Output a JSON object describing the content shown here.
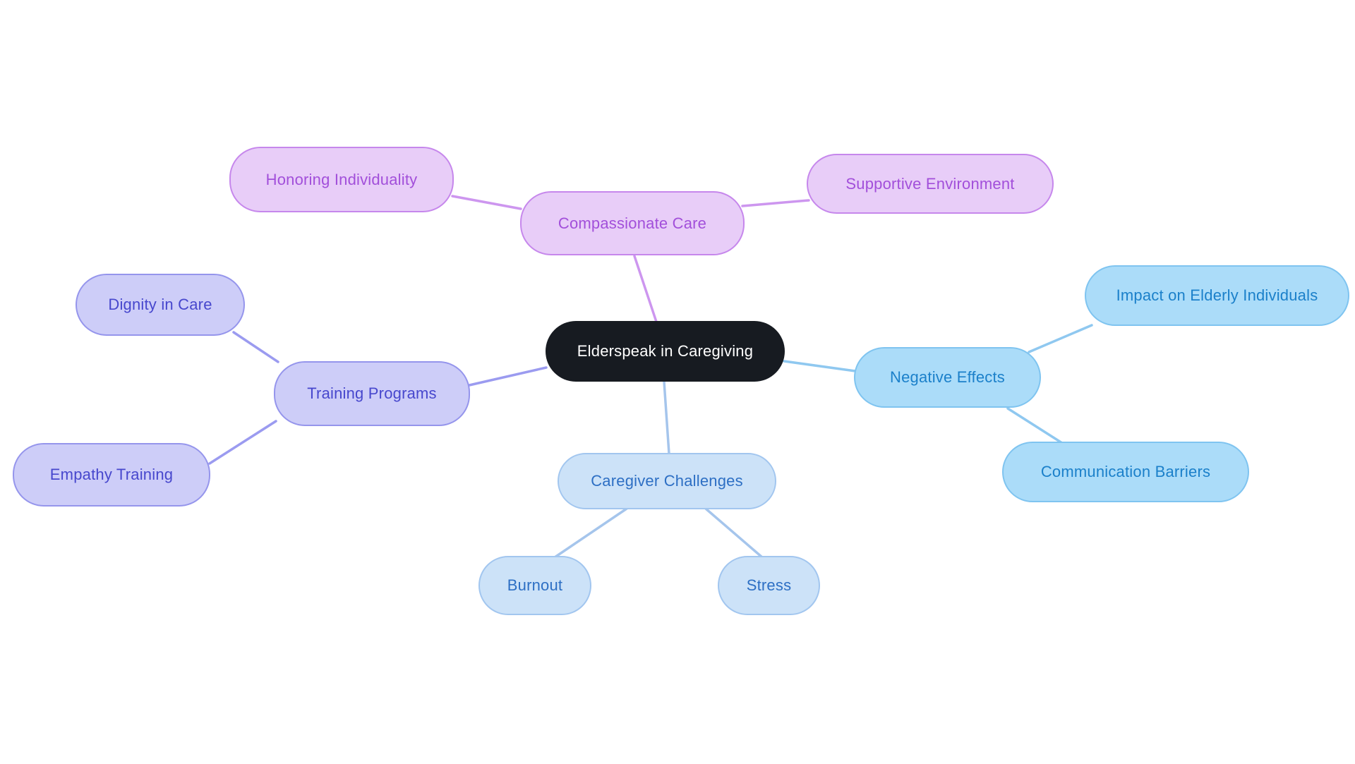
{
  "diagram": {
    "type": "mindmap",
    "central": {
      "id": "central",
      "label": "Elderspeak in Caregiving",
      "fill": "#171b21",
      "text_color": "#ffffff"
    },
    "branches": [
      {
        "id": "compassionate-care",
        "label": "Compassionate Care",
        "fill": "#e8cdf8",
        "border": "#c687ec",
        "text_color": "#a24fda",
        "edge_color": "#cd96ef",
        "children": [
          {
            "label": "Honoring Individuality"
          },
          {
            "label": "Supportive Environment"
          }
        ]
      },
      {
        "id": "negative-effects",
        "label": "Negative Effects",
        "fill": "#abdcf9",
        "border": "#7fc4f0",
        "text_color": "#1b80ca",
        "edge_color": "#8fc8f0",
        "children": [
          {
            "label": "Impact on Elderly Individuals"
          },
          {
            "label": "Communication Barriers"
          }
        ]
      },
      {
        "id": "training-programs",
        "label": "Training Programs",
        "fill": "#cdcdf8",
        "border": "#9595ec",
        "text_color": "#4747cd",
        "edge_color": "#9b9bf0",
        "children": [
          {
            "label": "Dignity in Care"
          },
          {
            "label": "Empathy Training"
          }
        ]
      },
      {
        "id": "caregiver-challenges",
        "label": "Caregiver Challenges",
        "fill": "#cce2f8",
        "border": "#a2c6ef",
        "text_color": "#2d6fc4",
        "edge_color": "#a5c5ec",
        "children": [
          {
            "label": "Burnout"
          },
          {
            "label": "Stress"
          }
        ]
      }
    ]
  }
}
